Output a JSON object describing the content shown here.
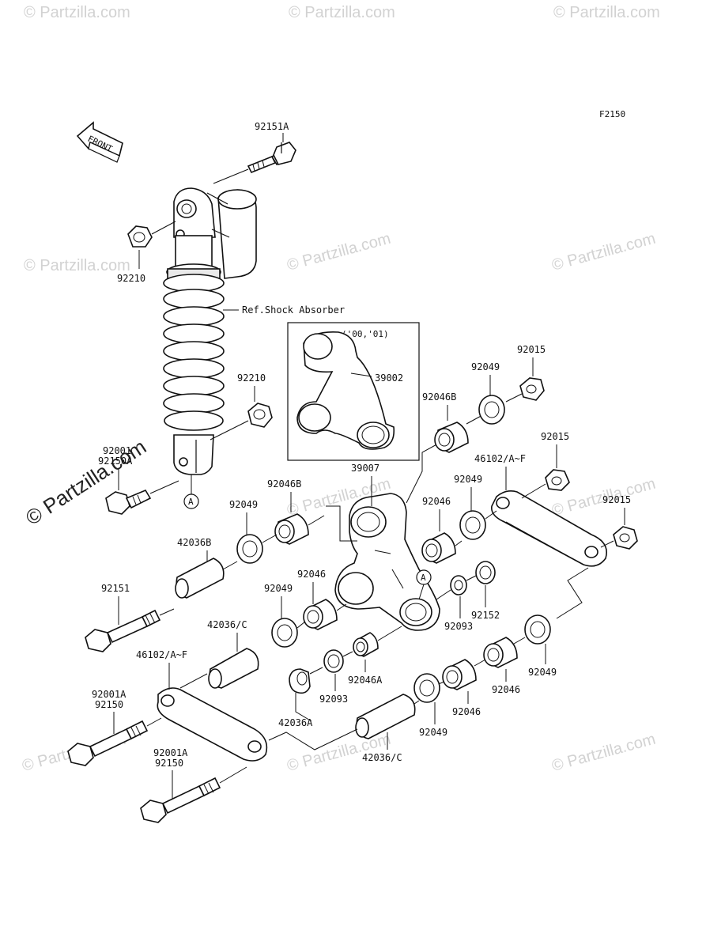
{
  "figure_code": "F2150",
  "front_label": "FRONT",
  "watermark": "© Partzilla.com",
  "brand_watermark": "© Partzilla.com",
  "ref_label": "Ref.Shock Absorber",
  "years_label": "('00,'01)",
  "circle_marker": "A",
  "labels": {
    "l92151A": "92151A",
    "l92210a": "92210",
    "l92210b": "92210",
    "l92001": "92001",
    "l92150A": "92150A",
    "l39002": "39002",
    "l39007": "39007",
    "l92015a": "92015",
    "l92049a": "92049",
    "l92046Ba": "92046B",
    "l92015b": "92015",
    "l46102a": "46102/A~F",
    "l92049b": "92049",
    "l92046a": "92046",
    "l92015c": "92015",
    "l92046Bb": "92046B",
    "l92049c": "92049",
    "l42036B": "42036B",
    "l92151": "92151",
    "l92046b": "92046",
    "l92049d": "92049",
    "l92152": "92152",
    "l92093a": "92093",
    "l42036C1": "42036/C",
    "l46102b": "46102/A~F",
    "l92001A1": "92001A",
    "l92150a": "92150",
    "l92001A2": "92001A",
    "l92150b": "92150",
    "l92046A": "92046A",
    "l92093b": "92093",
    "l42036A": "42036A",
    "l92049e": "92049",
    "l42036C2": "42036/C",
    "l92046c": "92046",
    "l92046d": "92046",
    "l92049f": "92049"
  }
}
